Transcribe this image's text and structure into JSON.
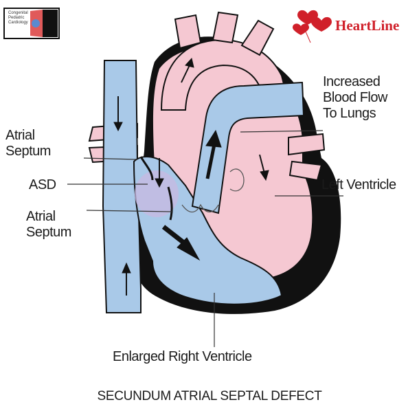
{
  "title": "SECUNDUM ATRIAL SEPTAL DEFECT",
  "brand": {
    "name": "HeartLine"
  },
  "logo": {
    "caption": "Congenital Pediatric Cardiology"
  },
  "labels": {
    "atrial_septum_top": "Atrial\nSeptum",
    "asd": "ASD",
    "atrial_septum_bottom": "Atrial\nSeptum",
    "increased_flow": "Increased\nBlood Flow\nTo Lungs",
    "left_ventricle": "Left Ventricle",
    "enlarged_rv": "Enlarged Right Ventricle"
  },
  "colors": {
    "pink": "#f5c8d2",
    "blue": "#a9c9e8",
    "dark": "#111111",
    "lavender": "#c8b8e2",
    "brand_red": "#d0202a"
  }
}
